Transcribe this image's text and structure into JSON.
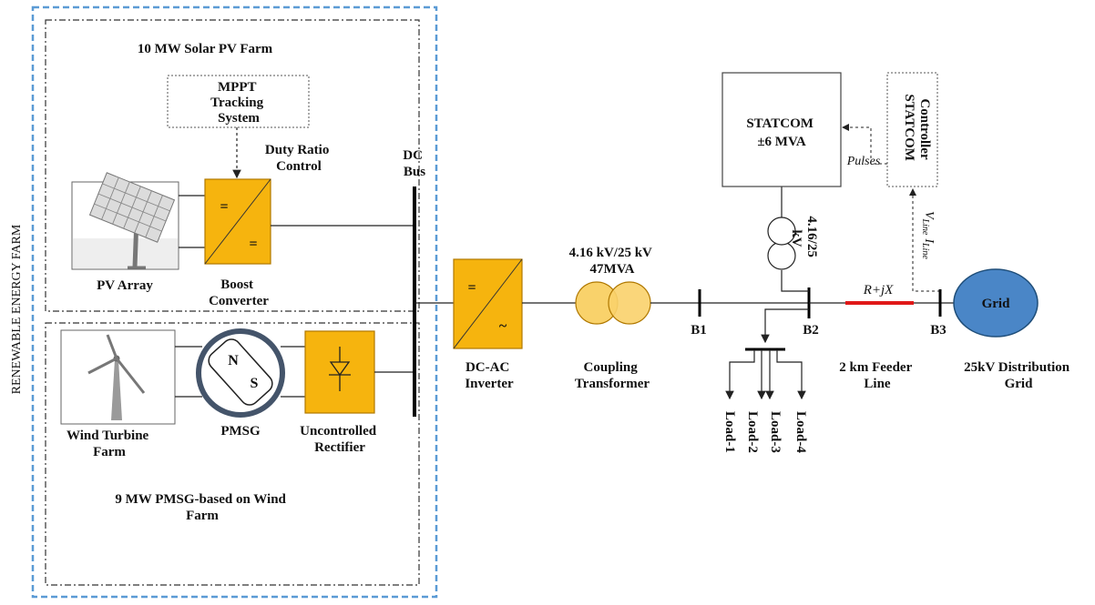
{
  "colors": {
    "outer_border": "#5b9bd5",
    "block_fill": "#f6b40e",
    "block_stroke": "#b07800",
    "transformer_fill": "#f9d26b",
    "grid_fill": "#4a86c7",
    "feeder_line": "#e01818",
    "pmsg_ring": "#44546a"
  },
  "farm": {
    "title": "RENEWABLE ENERGY FARM",
    "solar": {
      "title": "10 MW Solar PV Farm",
      "mppt_lines": [
        "MPPT",
        "Tracking",
        "System"
      ],
      "duty_lines": [
        "Duty Ratio",
        "Control"
      ],
      "pv_label": "PV Array",
      "boost_lines": [
        "Boost",
        "Converter"
      ],
      "boost_in_symbol": "=",
      "boost_out_symbol": "="
    },
    "wind": {
      "title_lines": [
        "9 MW PMSG-based on Wind",
        "Farm"
      ],
      "turbine_lines": [
        "Wind Turbine",
        "Farm"
      ],
      "pmsg_label": "PMSG",
      "pmsg_n": "N",
      "pmsg_s": "S",
      "rectifier_lines": [
        "Uncontrolled",
        "Rectifier"
      ]
    },
    "dc_bus_lines": [
      "DC",
      "Bus"
    ]
  },
  "inverter": {
    "label_lines": [
      "DC-AC",
      "Inverter"
    ],
    "dc_symbol": "=",
    "ac_symbol": "~"
  },
  "coupling_transformer": {
    "rating_lines": [
      "4.16 kV/25 kV",
      "47MVA"
    ],
    "label_lines": [
      "Coupling",
      "Transformer"
    ]
  },
  "buses": {
    "b1": "B1",
    "b2": "B2",
    "b3": "B3"
  },
  "loads": [
    "Load-1",
    "Load-2",
    "Load-3",
    "Load-4"
  ],
  "statcom": {
    "box_lines": [
      "STATCOM",
      "±6 MVA"
    ],
    "transformer_rating_lines": [
      "4.16/25",
      "kV"
    ],
    "controller_lines": [
      "STATCOM",
      "Controller"
    ],
    "pulses_label": "Pulses",
    "measurement": {
      "v": "V",
      "v_sub": "Line",
      "i": "I",
      "i_sub": "Line"
    }
  },
  "feeder": {
    "impedance": "R+jX",
    "label_lines": [
      "2 km Feeder",
      "Line"
    ]
  },
  "grid": {
    "label": "Grid",
    "caption_lines": [
      "25kV Distribution",
      "Grid"
    ]
  }
}
